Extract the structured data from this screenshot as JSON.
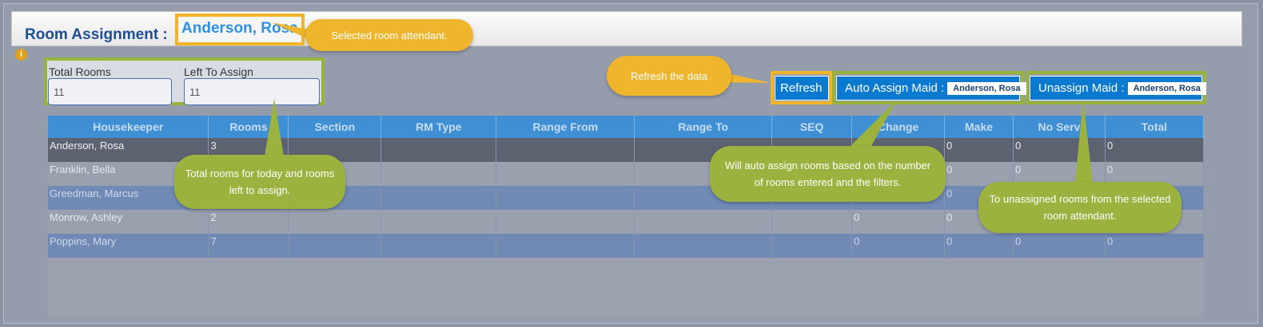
{
  "header": {
    "title": "Room Assignment :",
    "selected_attendant": "Anderson, Rosa"
  },
  "info_icon": "info-icon",
  "counts": {
    "total_rooms_label": "Total Rooms",
    "total_rooms_value": "11",
    "left_to_assign_label": "Left To Assign",
    "left_to_assign_value": "11"
  },
  "toolbar": {
    "refresh_label": "Refresh",
    "auto_assign_label": "Auto Assign Maid :",
    "auto_assign_attendant": "Anderson, Rosa",
    "unassign_label": "Unassign Maid :",
    "unassign_attendant": "Anderson, Rosa"
  },
  "table": {
    "columns": [
      "Housekeeper",
      "Rooms",
      "Section",
      "RM Type",
      "Range From",
      "Range To",
      "SEQ",
      "Change",
      "Make",
      "No Serv",
      "Total"
    ],
    "rows": [
      {
        "housekeeper": "Anderson, Rosa",
        "rooms": "3",
        "change": "",
        "make": "0",
        "no_serv": "0",
        "total": "0"
      },
      {
        "housekeeper": "Franklin, Bella",
        "rooms": "",
        "change": "",
        "make": "0",
        "no_serv": "0",
        "total": "0"
      },
      {
        "housekeeper": "Greedman, Marcus",
        "rooms": "",
        "change": "",
        "make": "0",
        "no_serv": "",
        "total": ""
      },
      {
        "housekeeper": "Monrow, Ashley",
        "rooms": "2",
        "change": "0",
        "make": "0",
        "no_serv": "",
        "total": ""
      },
      {
        "housekeeper": "Poppins, Mary",
        "rooms": "7",
        "change": "0",
        "make": "0",
        "no_serv": "0",
        "total": "0"
      }
    ]
  },
  "callouts": {
    "selected": "Selected room attendant.",
    "refresh": "Refresh the data",
    "totals": "Total rooms for today and rooms left to assign.",
    "auto_assign": "Will auto assign rooms based on the number of rooms  entered and the filters.",
    "unassign": "To unassigned rooms from the selected room attendant."
  },
  "colors": {
    "callout_yellow": "#efb62d",
    "callout_green": "#9bb33e",
    "button_blue": "#0a7ad1",
    "title_blue": "#1f4f93",
    "attendant_blue": "#2f90e4"
  }
}
